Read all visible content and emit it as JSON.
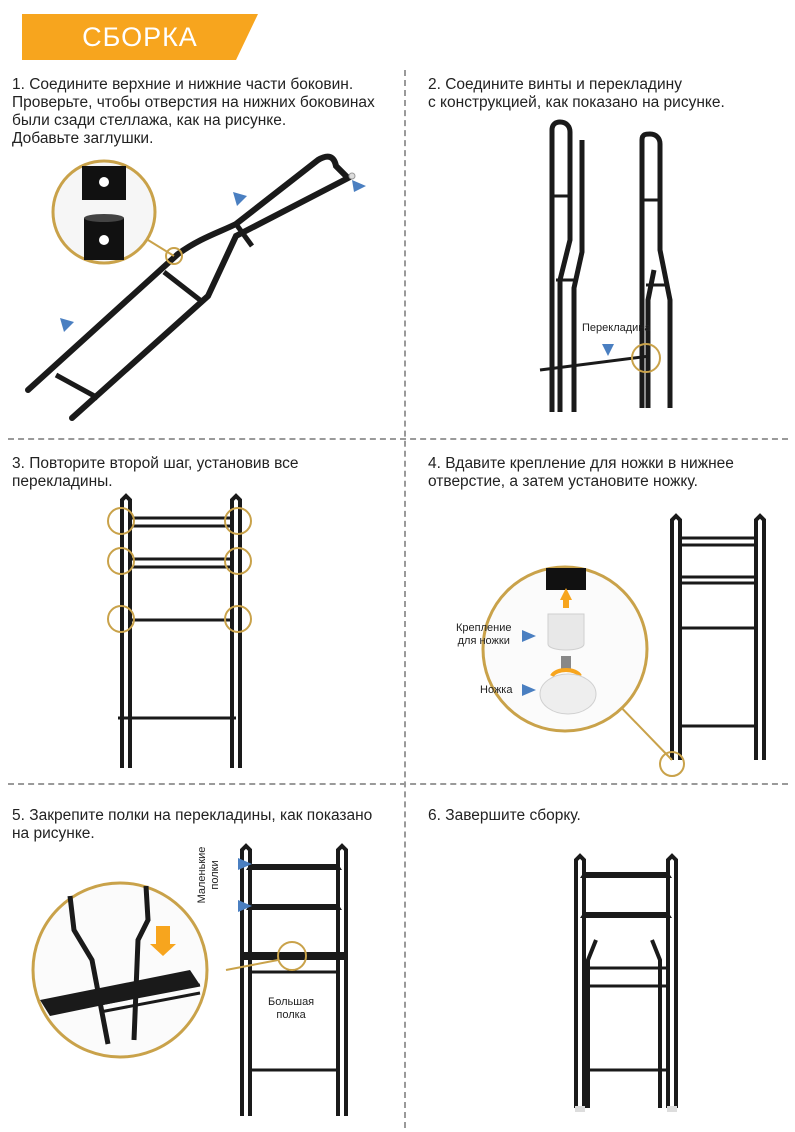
{
  "header": {
    "title": "СБОРКА",
    "banner_color": "#f7a51e"
  },
  "steps": [
    {
      "text": "1. Соедините верхние и нижние части боковин.\nПроверьте, чтобы отверстия на нижних боковинах\nбыли сзади стеллажа, как на рисунке.\nДобавьте заглушки."
    },
    {
      "text": "2. Соедините винты и перекладину\nс конструкцией, как показано на рисунке.",
      "label": "Перекладина"
    },
    {
      "text": "3. Повторите второй шаг, установив все\nперекладины."
    },
    {
      "text": "4. Вдавите крепление для ножки в нижнее\nотверстие, а затем установите ножку.",
      "label_mount": "Крепление\nдля ножки",
      "label_foot": "Ножка"
    },
    {
      "text": "5. Закрепите полки на перекладины, как показано\nна рисунке.",
      "label_small": "Маленькие\nполки",
      "label_large": "Большая\nполка"
    },
    {
      "text": "6. Завершите сборку."
    }
  ],
  "colors": {
    "accent": "#f7a51e",
    "arrow": "#4a7fc1",
    "circle": "#c9a24a",
    "frame": "#1a1a1a"
  }
}
